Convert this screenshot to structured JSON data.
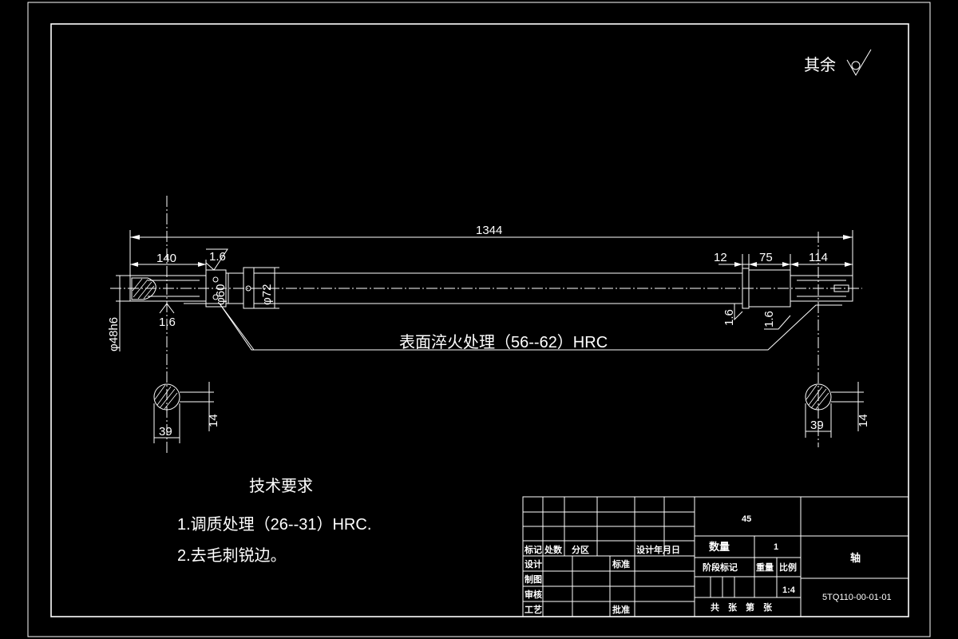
{
  "surface_note": {
    "prefix": "其余"
  },
  "dimensions": {
    "overall": "1344",
    "left_end": "140",
    "roughness_top": "1.6",
    "roughness_left_bottom": "1.6",
    "dia_60": "φ60",
    "dia_72": "φ72",
    "dia_48": "φ48h6",
    "right_12": "12",
    "right_75": "75",
    "right_114": "114",
    "rough_right_1": "1.6",
    "rough_right_2": "1.6",
    "section_left_width": "39",
    "section_left_depth": "14",
    "section_right_width": "39",
    "section_right_depth": "14"
  },
  "annotation": {
    "hardening": "表面淬火处理（56--62）HRC"
  },
  "tech_requirements": {
    "title": "技术要求",
    "items": [
      "1.调质处理（26--31）HRC.",
      "2.去毛刺锐边。"
    ]
  },
  "title_block": {
    "material": "45",
    "quantity_label": "数量",
    "quantity_value": "1",
    "part_name": "轴",
    "stage_label": "阶段标记",
    "weight_label": "重量",
    "scale_label": "比例",
    "scale_value": "1:4",
    "drawing_number": "5TQ110-00-01-01",
    "sheets_label": "共　张　第　张",
    "row_mark": "标记",
    "row_count": "处数",
    "row_zone": "分区",
    "row_sign_date": "设计年月日",
    "design": "设计",
    "standard": "标准",
    "drafting": "制图",
    "review": "审核",
    "process": "工艺",
    "approve": "批准"
  }
}
